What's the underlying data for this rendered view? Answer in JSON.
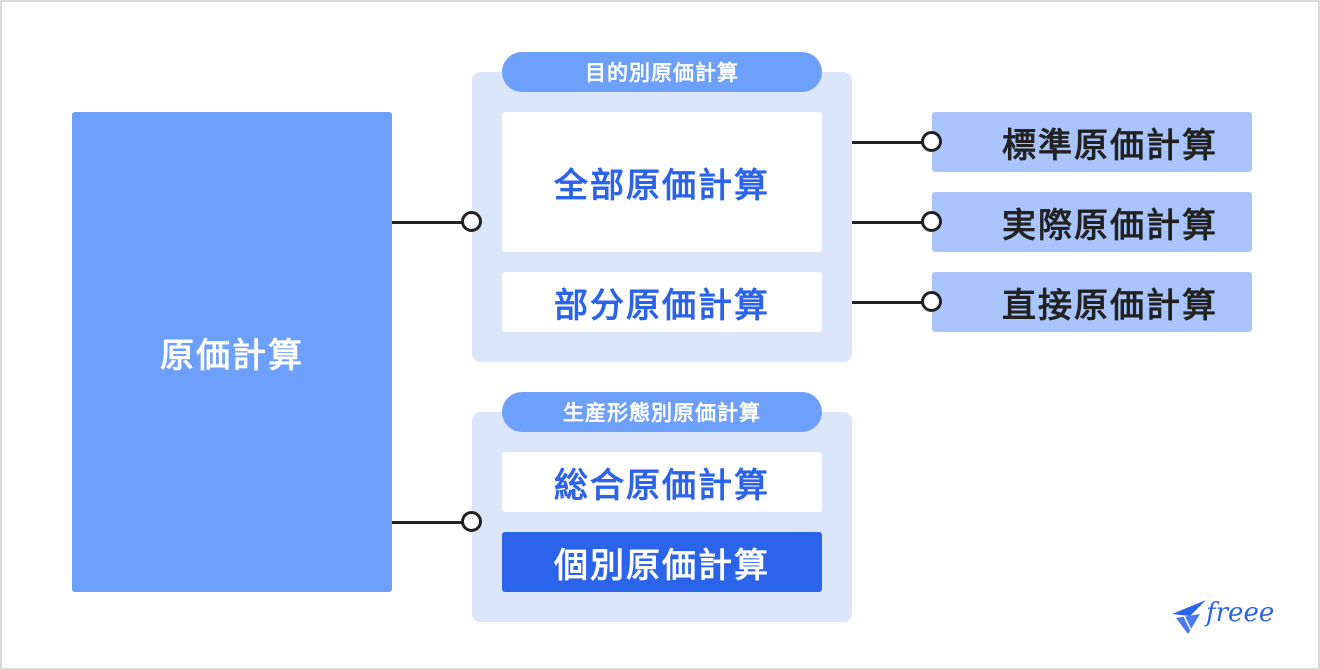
{
  "root": {
    "label": "原価計算"
  },
  "groups": [
    {
      "title": "目的別原価計算",
      "items": [
        "全部原価計算",
        "部分原価計算"
      ]
    },
    {
      "title": "生産形態別原価計算",
      "items": [
        "総合原価計算",
        "個別原価計算"
      ]
    }
  ],
  "leaves": [
    "標準原価計算",
    "実際原価計算",
    "直接原価計算"
  ],
  "logo": {
    "text": "freee"
  },
  "colors": {
    "root_fill": "#6da0fa",
    "group_fill": "#dce6fb",
    "accent": "#2b63ea",
    "leaf_fill": "#a9c5fb",
    "connector": "#222222"
  }
}
